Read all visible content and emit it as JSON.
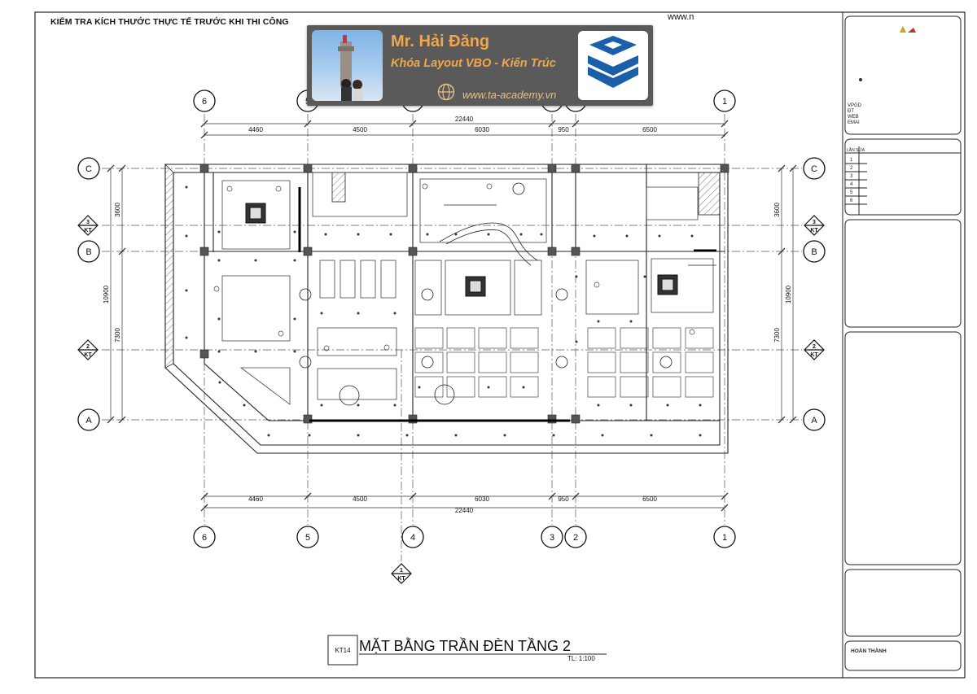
{
  "header": {
    "note": "KIỂM TRA KÍCH THƯỚC THỰC TẾ TRƯỚC KHI THI CÔNG",
    "url_fragment": "www.n"
  },
  "banner": {
    "name": "Mr. Hải Đăng",
    "course": "Khóa Layout VBO - Kiến Trúc",
    "website": "www.ta-academy.vn",
    "name_color": "#f0a64a",
    "bg_color": "#5a5a5a",
    "logo_color": "#1b5fa8"
  },
  "drawing": {
    "title": "MẶT BẰNG TRẦN ĐÈN TẦNG 2",
    "sheet_code": "KT14",
    "scale": "TL: 1:100",
    "grid_columns": [
      "6",
      "5",
      "4",
      "3",
      "2",
      "1"
    ],
    "grid_rows": [
      "C",
      "B",
      "A"
    ],
    "section_markers": [
      {
        "num": "3",
        "sheet": "KT"
      },
      {
        "num": "2",
        "sheet": "KT"
      },
      {
        "num": "1",
        "sheet": "KT"
      }
    ],
    "top_dims": {
      "segments": [
        "4460",
        "4500",
        "6030",
        "950",
        "6500"
      ],
      "total": "22440"
    },
    "bottom_dims": {
      "segments": [
        "4460",
        "4500",
        "6030",
        "950",
        "6500"
      ],
      "total": "22440"
    },
    "left_dims": {
      "segments": [
        "3600",
        "7300"
      ],
      "total": "10900"
    },
    "right_dims": {
      "segments": [
        "3600",
        "7300"
      ],
      "total": "10900"
    }
  },
  "title_block": {
    "revision_header": "LẦN SỬA",
    "revision_rows": [
      "1",
      "2",
      "3",
      "4",
      "5",
      "6"
    ],
    "contact_labels": [
      "VPGD",
      "ĐT",
      "WEB",
      "EMAI"
    ],
    "bottom_label": "HOÀN THÀNH"
  }
}
